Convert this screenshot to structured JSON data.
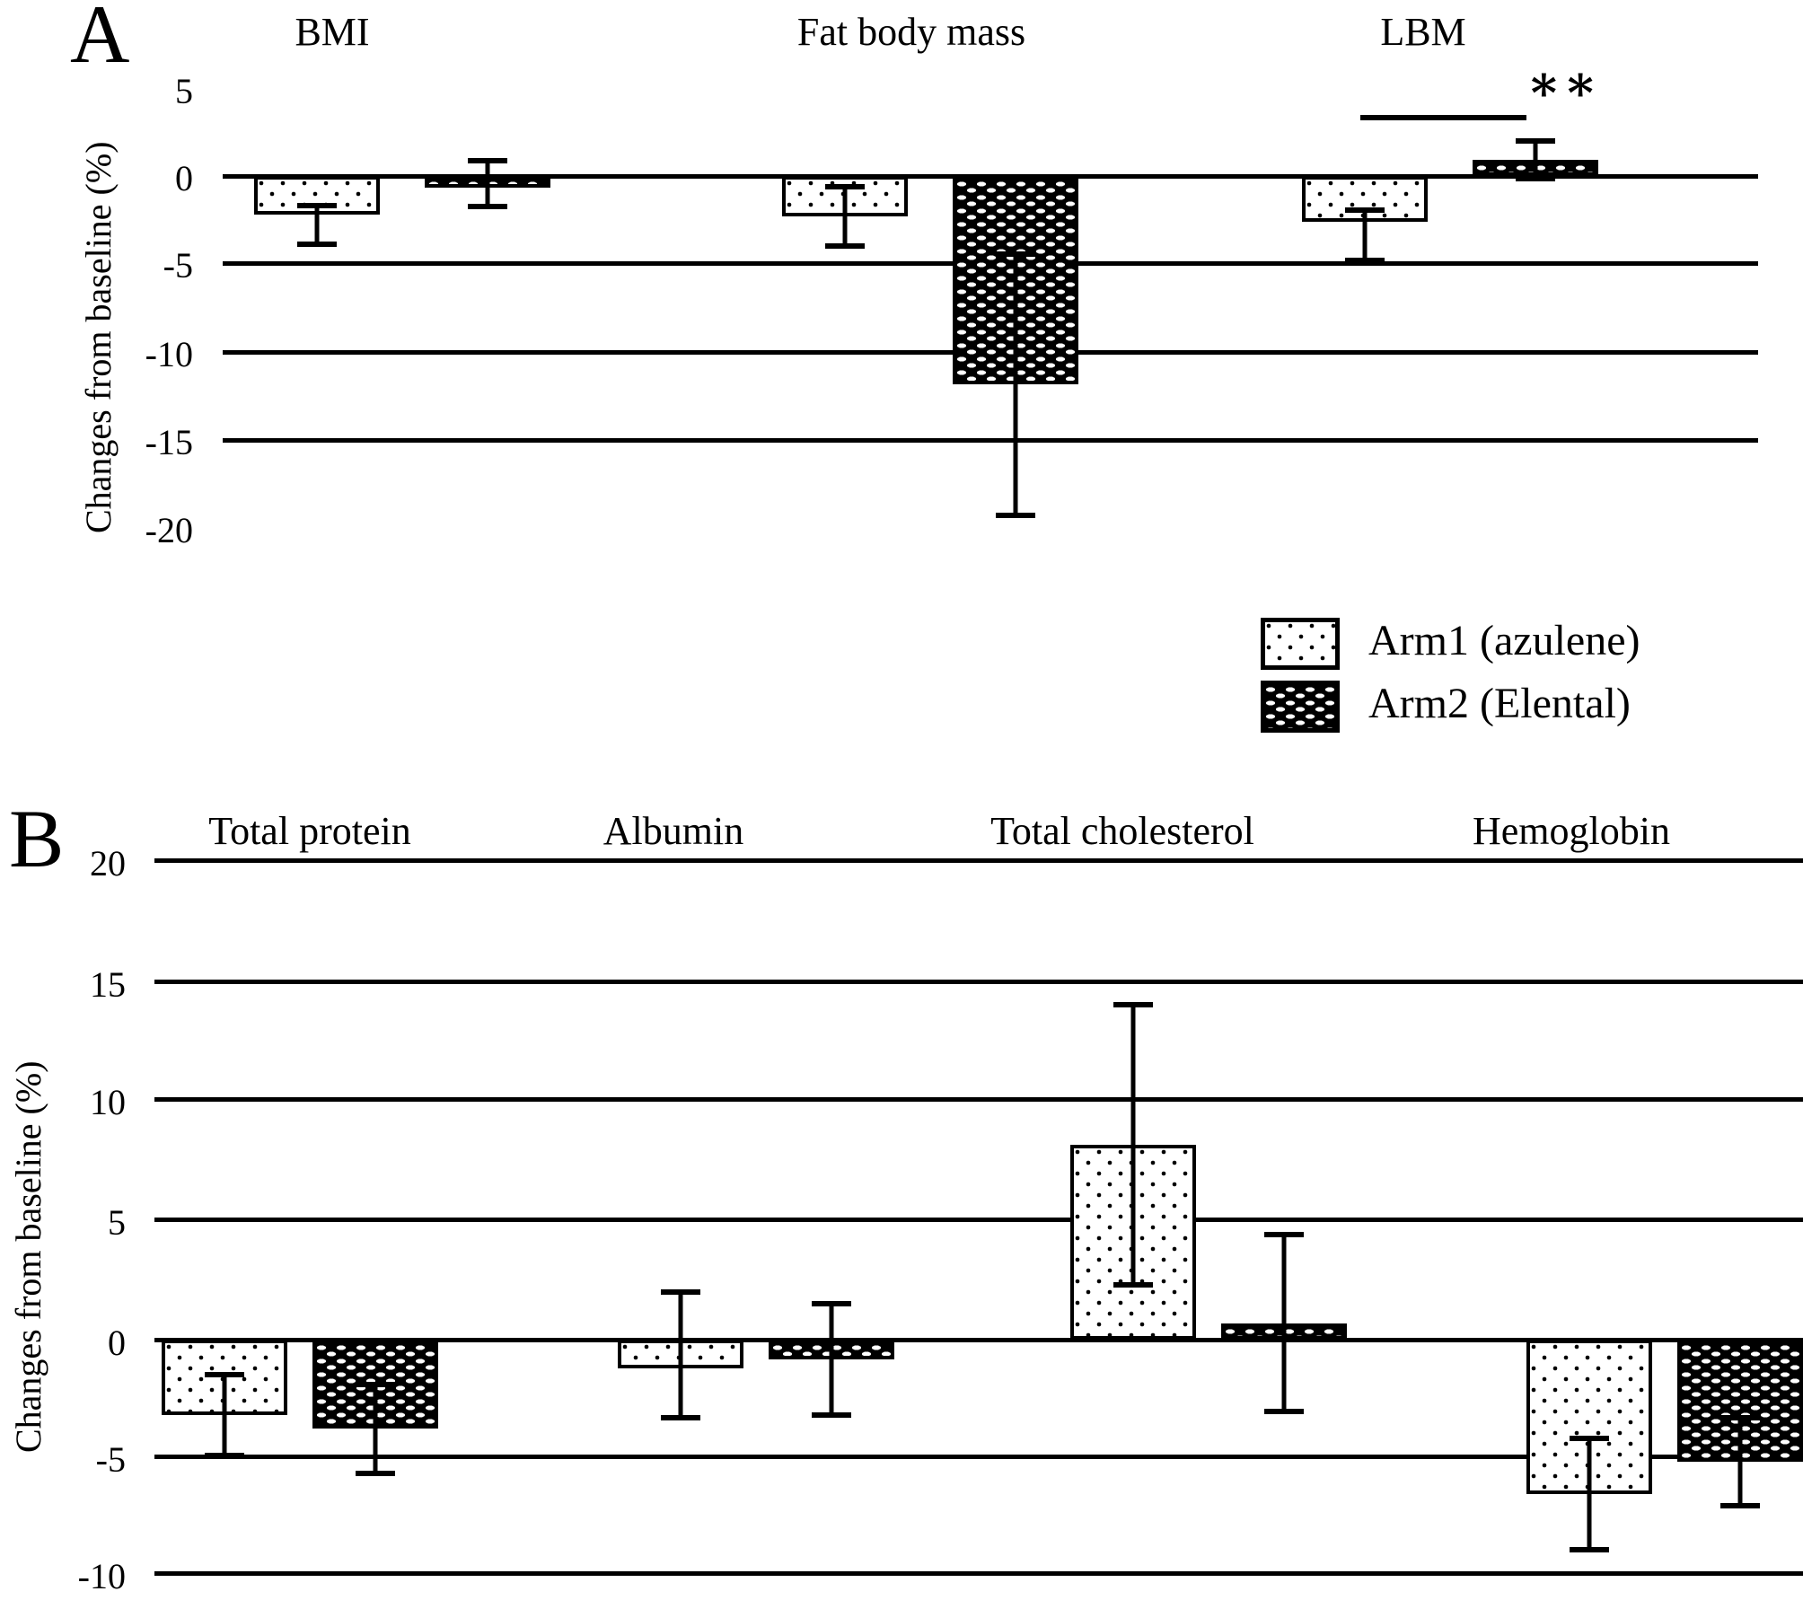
{
  "figure": {
    "panel_a_letter": "A",
    "panel_b_letter": "B",
    "axis_label": "Changes from baseline (%)",
    "significance_marker": "∗∗"
  },
  "legend": {
    "items": [
      {
        "label": "Arm1 (azulene)",
        "pattern": "white-dotted"
      },
      {
        "label": "Arm2 (Elental)",
        "pattern": "black-dotted"
      }
    ]
  },
  "chart_data": [
    {
      "type": "bar",
      "panel": "A",
      "title": "",
      "xlabel": "",
      "ylabel": "Changes from baseline (%)",
      "ylim": [
        -20,
        5
      ],
      "yticks": [
        5,
        0,
        -5,
        -10,
        -15,
        -20
      ],
      "ytick_labels": [
        "5",
        "0",
        "-5",
        "-10",
        "-15",
        "-20"
      ],
      "grid": true,
      "legend_position": "inside-bottom-right",
      "categories": [
        "BMI",
        "Fat body mass",
        "LBM"
      ],
      "series": [
        {
          "name": "Arm1 (azulene)",
          "values": [
            -2.2,
            -2.3,
            -2.6
          ],
          "errors": [
            0.6,
            1.8,
            0.8
          ]
        },
        {
          "name": "Arm2 (Elental)",
          "values": [
            -0.2,
            -11.9,
            0.9
          ],
          "errors": [
            0.6,
            7.6,
            0.8
          ]
        }
      ],
      "annotations": [
        {
          "text": "∗∗",
          "category": "LBM",
          "comment": "significant difference between Arm1 and Arm2 for LBM"
        }
      ]
    },
    {
      "type": "bar",
      "panel": "B",
      "title": "",
      "xlabel": "",
      "ylabel": "Changes from baseline (%)",
      "ylim": [
        -10,
        20
      ],
      "yticks": [
        20,
        15,
        10,
        5,
        0,
        -5,
        -10
      ],
      "ytick_labels": [
        "20",
        "15",
        "10",
        "5",
        "0",
        "-5",
        "-10"
      ],
      "grid": true,
      "legend_position": "none",
      "categories": [
        "Total protein",
        "Albumin",
        "Total cholesterol",
        "Hemoglobin"
      ],
      "series": [
        {
          "name": "Arm1 (azulene)",
          "values": [
            -3.2,
            -1.2,
            8.3,
            -6.6
          ],
          "errors": [
            1.8,
            2.8,
            6.1,
            2.5
          ]
        },
        {
          "name": "Arm2 (Elental)",
          "values": [
            -3.8,
            -0.8,
            0.7,
            -5.2
          ],
          "errors": [
            2.0,
            2.5,
            3.9,
            2.0
          ]
        }
      ],
      "annotations": []
    }
  ],
  "panel_a": {
    "letter": "A",
    "axis_label": "Changes from baseline (%)",
    "yticks": [
      "5",
      "0",
      "-5",
      "-10",
      "-15",
      "-20"
    ],
    "groups": [
      "BMI",
      "Fat body mass",
      "LBM"
    ]
  },
  "panel_b": {
    "letter": "B",
    "axis_label": "Changes from baseline (%)",
    "yticks": [
      "20",
      "15",
      "10",
      "5",
      "0",
      "-5",
      "-10"
    ],
    "groups": [
      "Total protein",
      "Albumin",
      "Total cholesterol",
      "Hemoglobin"
    ]
  }
}
